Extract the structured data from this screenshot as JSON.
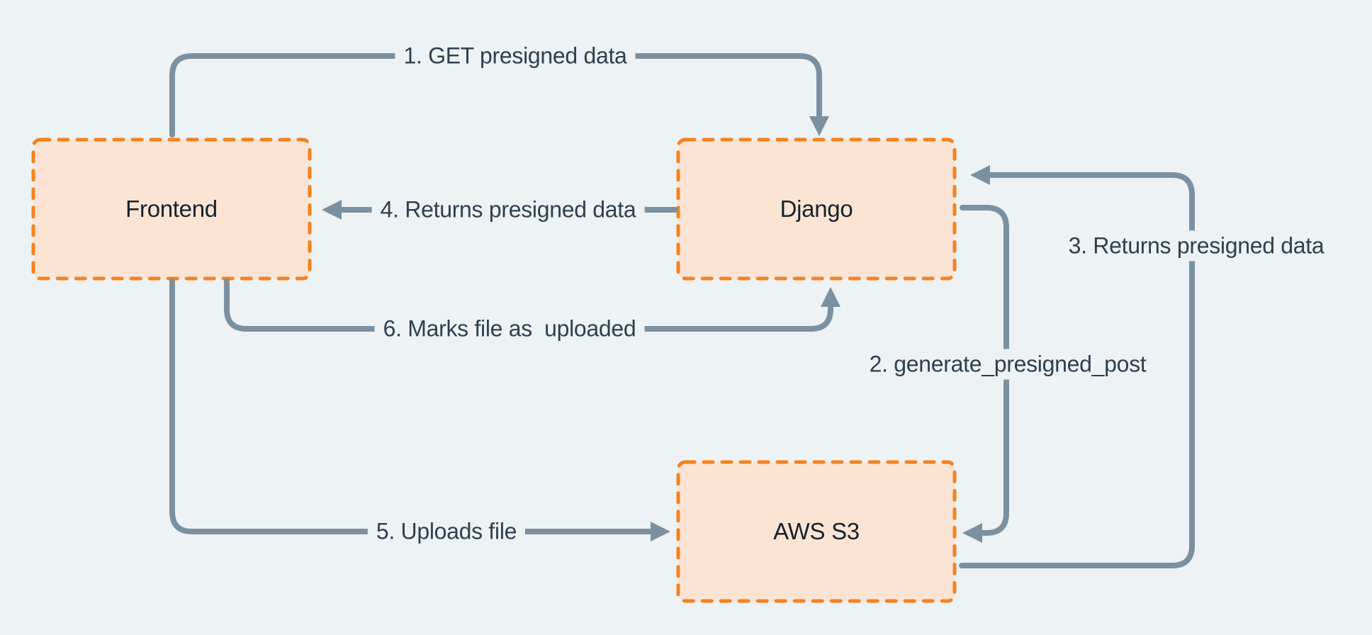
{
  "diagram": {
    "nodes": [
      {
        "id": "frontend",
        "label": "Frontend"
      },
      {
        "id": "django",
        "label": "Django"
      },
      {
        "id": "aws_s3",
        "label": "AWS S3"
      }
    ],
    "edges": [
      {
        "step": 1,
        "label": "1. GET presigned data",
        "from": "frontend",
        "to": "django"
      },
      {
        "step": 2,
        "label": "2. generate_presigned_post",
        "from": "django",
        "to": "aws_s3"
      },
      {
        "step": 3,
        "label": "3. Returns presigned data",
        "from": "aws_s3",
        "to": "django"
      },
      {
        "step": 4,
        "label": "4. Returns presigned data",
        "from": "django",
        "to": "frontend"
      },
      {
        "step": 5,
        "label": "5. Uploads file",
        "from": "frontend",
        "to": "aws_s3"
      },
      {
        "step": 6,
        "label": "6. Marks file as  uploaded",
        "from": "frontend",
        "to": "django"
      }
    ],
    "theme": {
      "background": "#edf2f5",
      "node-fill": "#fce4d4",
      "node-border": "#f5821f",
      "arrow-color": "#7b91a0",
      "edge-label-color": "#2e4050",
      "node-label-color": "#16222c"
    }
  }
}
